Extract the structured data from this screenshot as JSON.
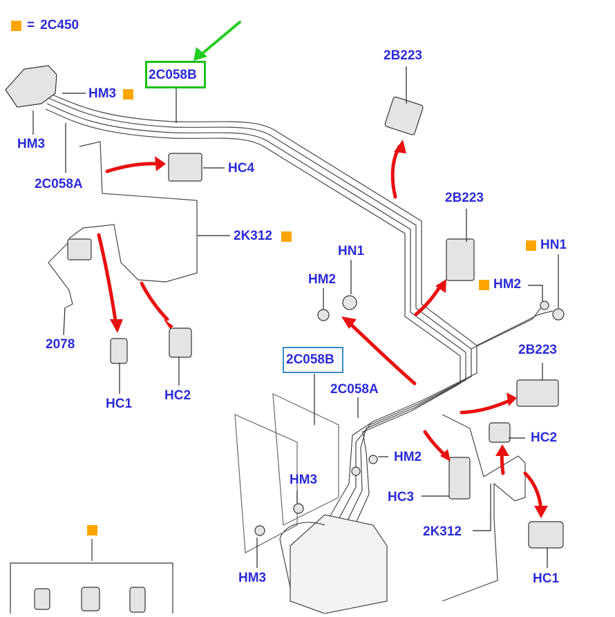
{
  "legend": {
    "symbol_color": "#ffa500",
    "equals": "=",
    "code": "2C450"
  },
  "labels": {
    "top_2c058b": "2C058B",
    "hm3_top": "HM3",
    "hm3_left": "HM3",
    "left_2c058a": "2C058A",
    "hc4": "HC4",
    "k312_upper": "2K312",
    "b223_top": "2B223",
    "b223_mid": "2B223",
    "b223_right": "2B223",
    "hn1_mid": "HN1",
    "hn1_right": "HN1",
    "hm2_mid": "HM2",
    "hm2_right": "HM2",
    "hm2_lower": "HM2",
    "p2078": "2078",
    "hc1_left": "HC1",
    "hc2_left": "HC2",
    "mid_2c058b": "2C058B",
    "mid_2c058a": "2C058A",
    "hc2_right": "HC2",
    "hc3": "HC3",
    "k312_lower": "2K312",
    "hm3_mid": "HM3",
    "hm3_bottom": "HM3",
    "hc1_right": "HC1"
  },
  "colors": {
    "label": "#2b2bd6",
    "marker": "#ffa500",
    "arrow": "#e81010",
    "callout_arrow": "#22cc22",
    "highlight_green": "#18c018",
    "highlight_blue": "#3a8ac8"
  }
}
